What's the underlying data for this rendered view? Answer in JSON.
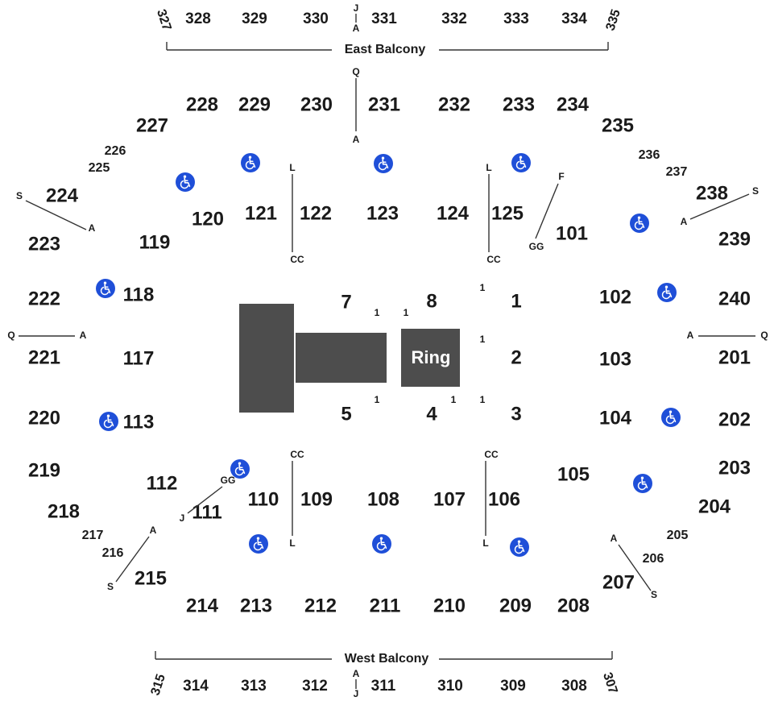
{
  "colors": {
    "stage": "#4d4d4d",
    "ada": "#1f4fd8",
    "text": "#1a1a1a",
    "line": "#333333"
  },
  "balcony": {
    "east_label": "East Balcony",
    "west_label": "West Balcony"
  },
  "stage": {
    "ring_label": "Ring"
  },
  "icons": {
    "accessible": "wheelchair-icon"
  },
  "sections": {
    "s328": "328",
    "s329": "329",
    "s330": "330",
    "s331": "331",
    "s332": "332",
    "s333": "333",
    "s334": "334",
    "s327": "327",
    "s335": "335",
    "s314": "314",
    "s313": "313",
    "s312": "312",
    "s311": "311",
    "s310": "310",
    "s309": "309",
    "s308": "308",
    "s315": "315",
    "s307": "307",
    "s228": "228",
    "s229": "229",
    "s230": "230",
    "s231": "231",
    "s232": "232",
    "s233": "233",
    "s234": "234",
    "s227": "227",
    "s235": "235",
    "s226": "226",
    "s225": "225",
    "s236": "236",
    "s237": "237",
    "s224": "224",
    "s238": "238",
    "s223": "223",
    "s239": "239",
    "s222": "222",
    "s240": "240",
    "s221": "221",
    "s201": "201",
    "s220": "220",
    "s202": "202",
    "s219": "219",
    "s203": "203",
    "s218": "218",
    "s204": "204",
    "s217": "217",
    "s216": "216",
    "s205": "205",
    "s206": "206",
    "s215": "215",
    "s207": "207",
    "s214": "214",
    "s213": "213",
    "s212": "212",
    "s211": "211",
    "s210": "210",
    "s209": "209",
    "s208": "208",
    "s120": "120",
    "s121": "121",
    "s122": "122",
    "s123": "123",
    "s124": "124",
    "s125": "125",
    "s101": "101",
    "s119": "119",
    "s118": "118",
    "s117": "117",
    "s113": "113",
    "s112": "112",
    "s111": "111",
    "s110": "110",
    "s109": "109",
    "s108": "108",
    "s107": "107",
    "s106": "106",
    "s105": "105",
    "s102": "102",
    "s103": "103",
    "s104": "104",
    "f7": "7",
    "f8": "8",
    "f1": "1",
    "f2": "2",
    "f3": "3",
    "f4": "4",
    "f5": "5"
  },
  "rows": {
    "j": "J",
    "a": "A",
    "q": "Q",
    "s": "S",
    "l": "L",
    "cc": "CC",
    "f": "F",
    "gg": "GG",
    "one": "1"
  }
}
